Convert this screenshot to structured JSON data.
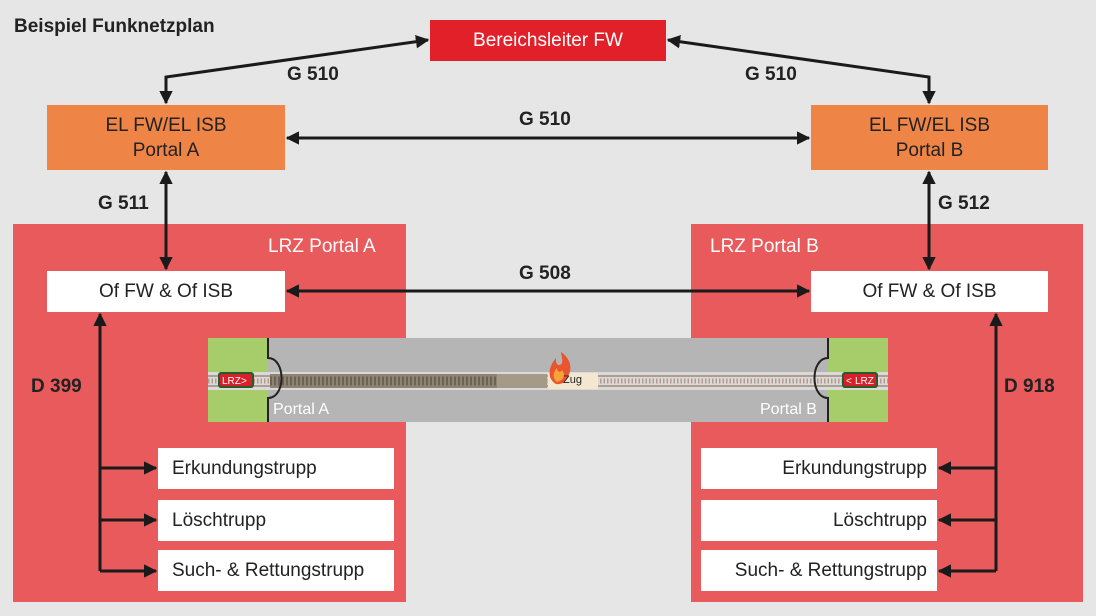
{
  "title": "Beispiel Funknetzplan",
  "nodes": {
    "bereichsleiter": "Bereichsleiter FW",
    "el_a": [
      "EL FW/EL ISB",
      "Portal A"
    ],
    "el_b": [
      "EL FW/EL ISB",
      "Portal B"
    ],
    "of_a": "Of FW & Of ISB",
    "of_b": "Of FW & Of ISB",
    "lrz_a": "LRZ Portal A",
    "lrz_b": "LRZ Portal B",
    "teams_a": [
      "Erkundungstrupp",
      "Löschtrupp",
      "Such- & Rettungstrupp"
    ],
    "teams_b": [
      "Erkundungstrupp",
      "Löschtrupp",
      "Such- & Rettungstrupp"
    ]
  },
  "edges": {
    "g510_left": "G 510",
    "g510_right": "G 510",
    "g510_middle": "G 510",
    "g511": "G 511",
    "g512": "G 512",
    "g508": "G 508",
    "d399": "D 399",
    "d918": "D 918"
  },
  "tunnel": {
    "portal_a": "Portal A",
    "portal_b": "Portal B",
    "train_label": "Zug",
    "sign_a": "LRZ",
    "sign_b": "LRZ"
  },
  "colors": {
    "zone_red": "#e85a5b",
    "header_red": "#e2202a",
    "orange": "#ee8446",
    "green": "#a7cd6a",
    "tunnel_gray": "#b5b5b5"
  }
}
